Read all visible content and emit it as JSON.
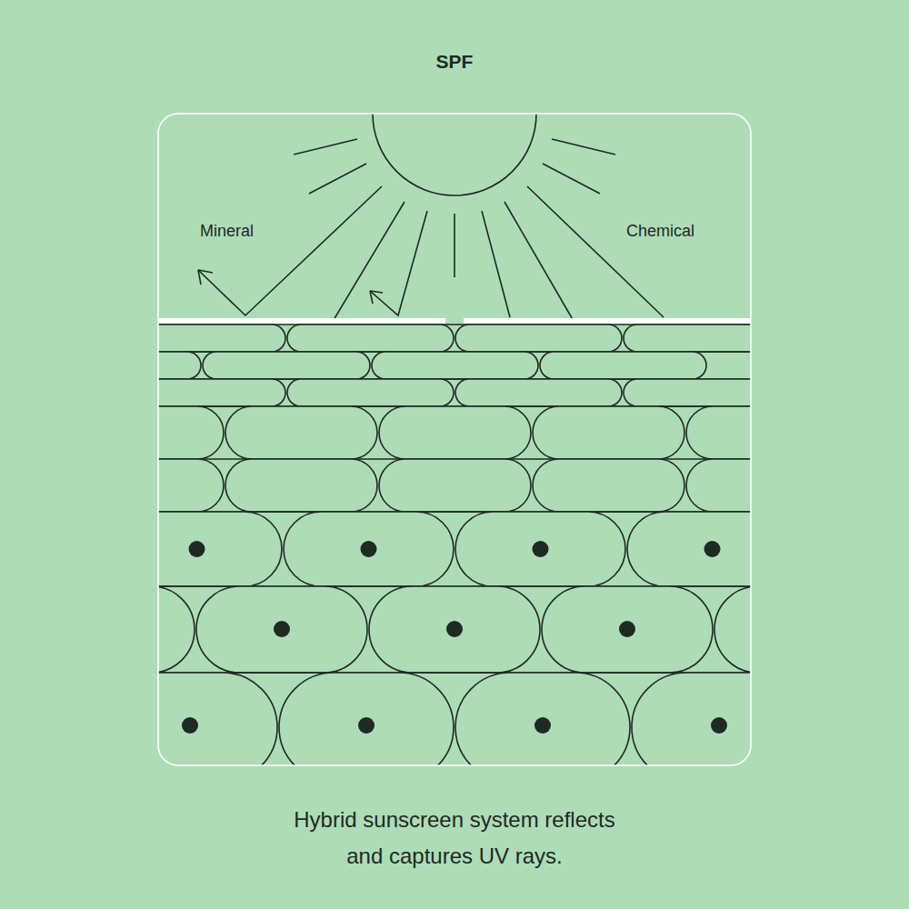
{
  "diagram": {
    "title": "SPF",
    "caption": "Hybrid sunscreen system reflects and captures UV rays.",
    "labels": [
      "Mineral",
      "Chemical"
    ]
  }
}
